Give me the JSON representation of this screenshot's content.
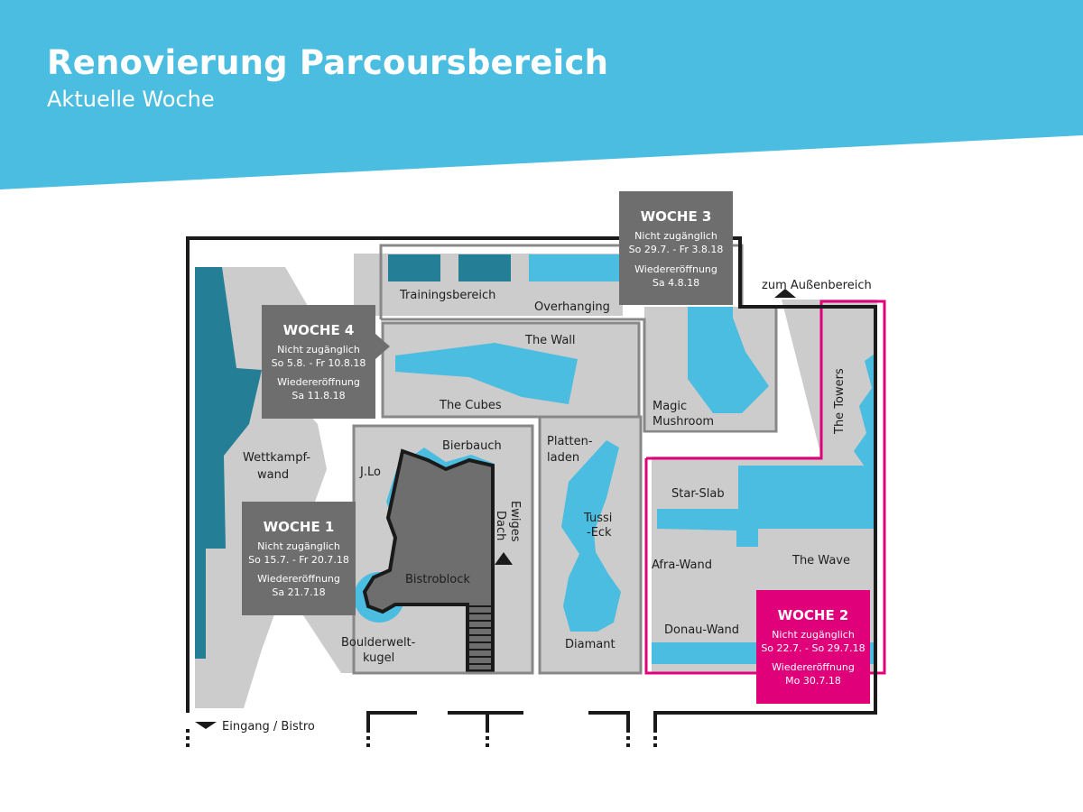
{
  "header": {
    "title": "Renovierung Parcoursbereich",
    "subtitle": "Aktuelle Woche"
  },
  "colors": {
    "header_blue": "#4bbde0",
    "wall_blue": "#4bbde0",
    "dark_teal": "#247e96",
    "floor_gray": "#cccccc",
    "box_gray": "#6e6e6e",
    "current_magenta": "#e0007a",
    "outline": "#1a1a1a"
  },
  "areas": {
    "trainingsbereich": "Trainingsbereich",
    "overhanging": "Overhanging",
    "the_wall": "The Wall",
    "the_cubes": "The Cubes",
    "magic": "Magic",
    "mushroom": "Mushroom",
    "wettkampf1": "Wettkampf-",
    "wettkampf2": "wand",
    "bierbauch": "Bierbauch",
    "jlo": "J.Lo",
    "ewiges": "Ewiges",
    "dach": "Dach",
    "bistroblock": "Bistroblock",
    "boulderwelt1": "Boulderwelt-",
    "boulderwelt2": "kugel",
    "platten1": "Platten-",
    "platten2": "laden",
    "tussi1": "Tussi",
    "tussi2": "-Eck",
    "diamant": "Diamant",
    "the_towers": "The Towers",
    "star_slab": "Star-Slab",
    "afra_wand": "Afra-Wand",
    "the_wave": "The Wave",
    "donau_wand": "Donau-Wand"
  },
  "navigation": {
    "outdoor": "zum Außenbereich",
    "entrance": "Eingang / Bistro"
  },
  "weeks": [
    {
      "title": "WOCHE 1",
      "status": "Nicht zugänglich",
      "period": "So 15.7. - Fr 20.7.18",
      "reopen_label": "Wiedereröffnung",
      "reopen_date": "Sa 21.7.18",
      "current": false
    },
    {
      "title": "WOCHE 2",
      "status": "Nicht zugänglich",
      "period": "So 22.7. - So 29.7.18",
      "reopen_label": "Wiedereröffnung",
      "reopen_date": "Mo 30.7.18",
      "current": true
    },
    {
      "title": "WOCHE 3",
      "status": "Nicht zugänglich",
      "period": "So 29.7. - Fr 3.8.18",
      "reopen_label": "Wiedereröffnung",
      "reopen_date": "Sa 4.8.18",
      "current": false
    },
    {
      "title": "WOCHE 4",
      "status": "Nicht zugänglich",
      "period": "So 5.8. - Fr 10.8.18",
      "reopen_label": "Wiedereröffnung",
      "reopen_date": "Sa 11.8.18",
      "current": false
    }
  ]
}
